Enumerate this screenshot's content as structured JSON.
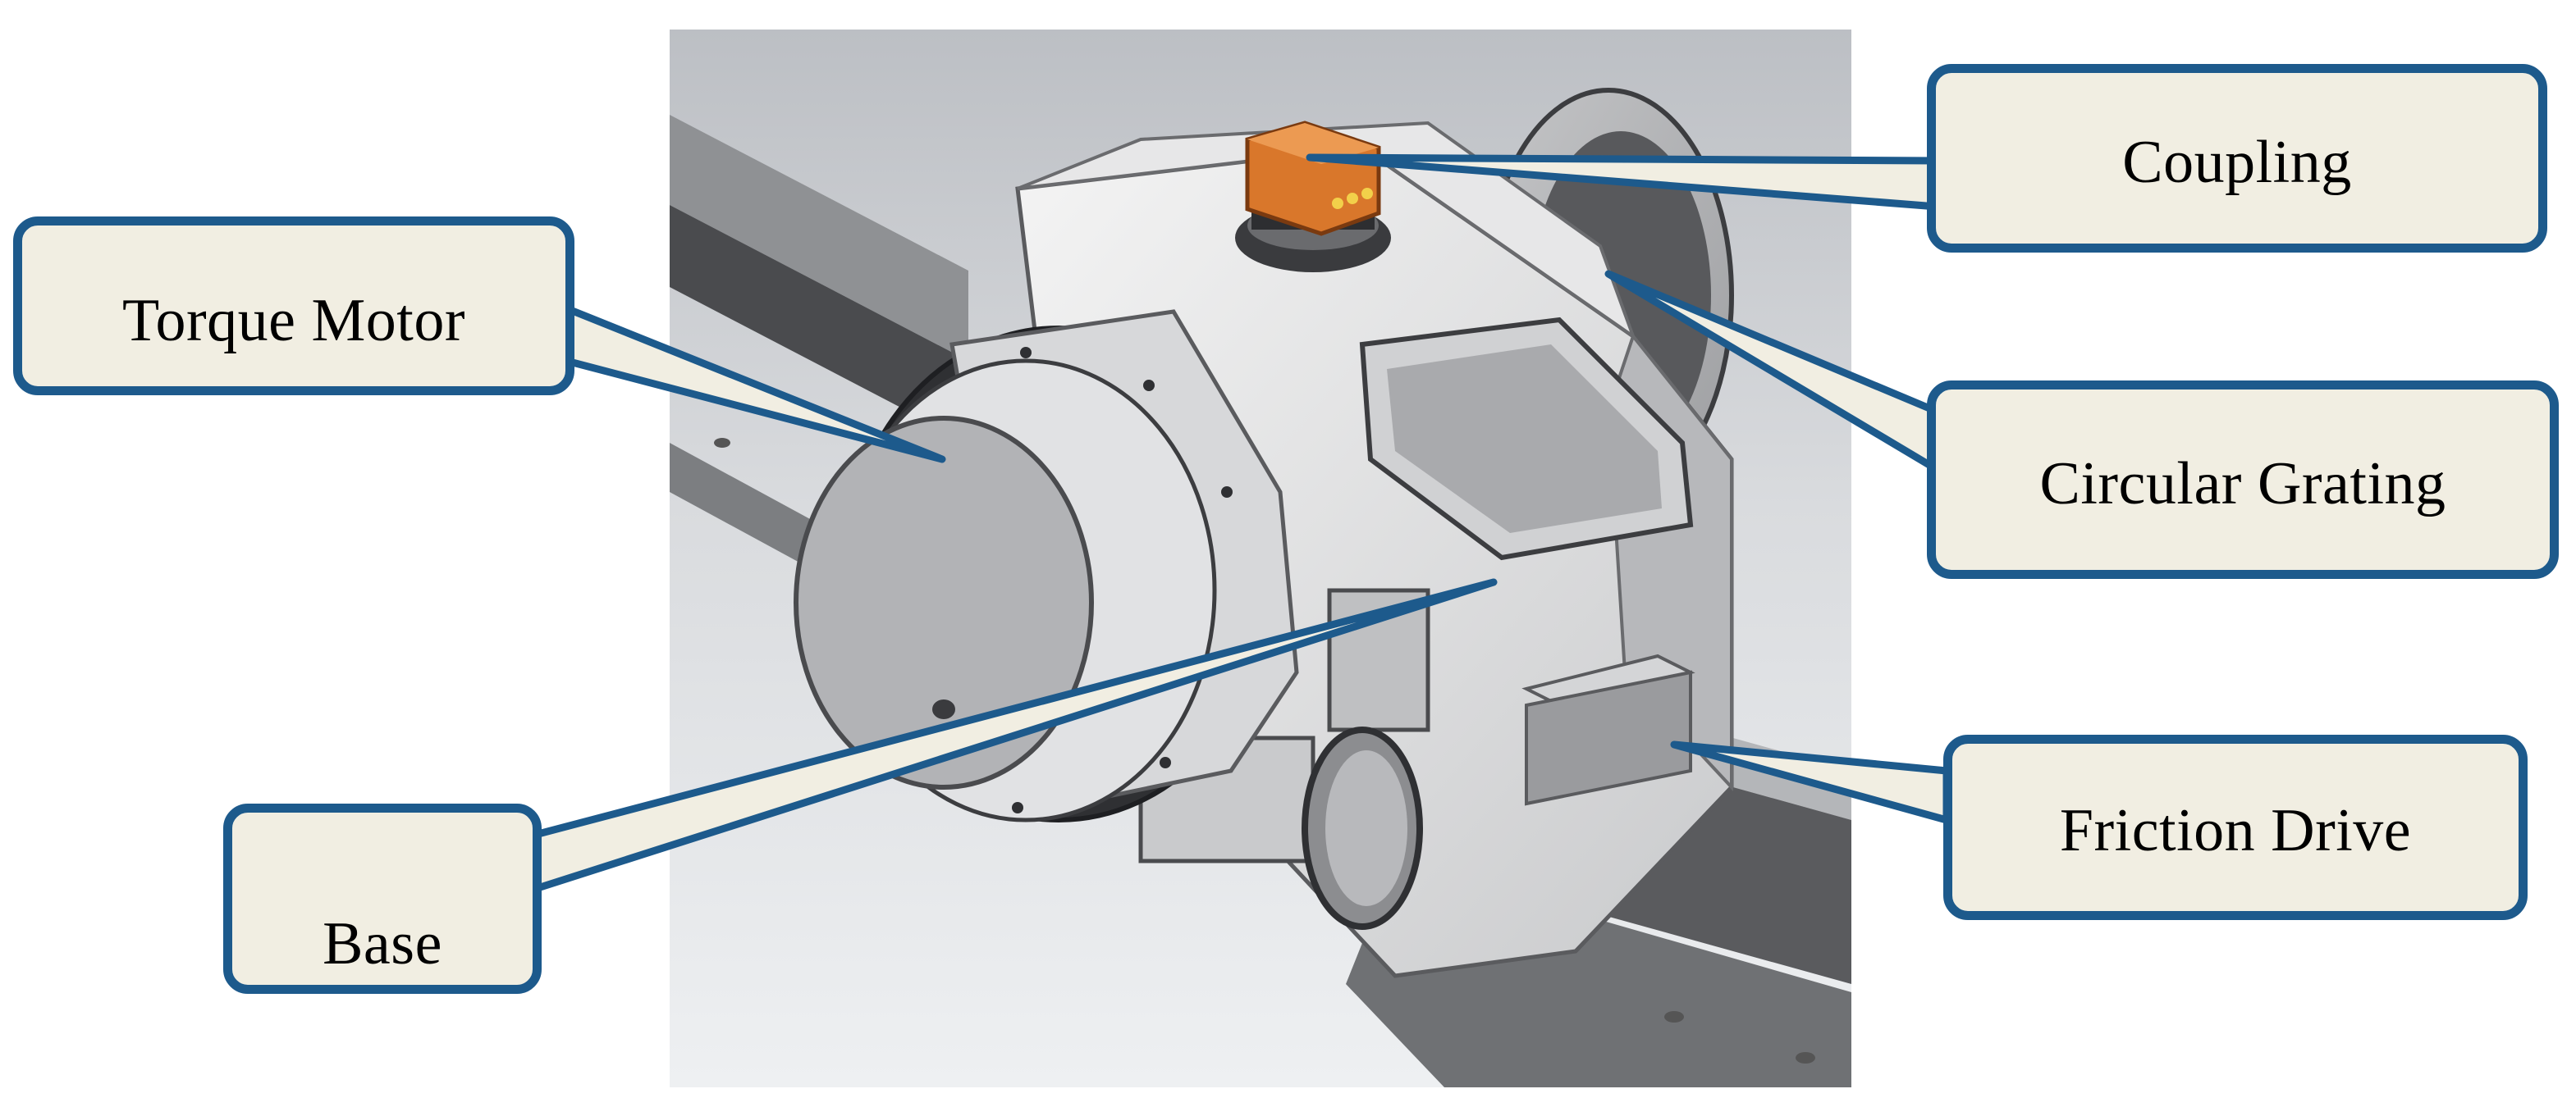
{
  "labels": {
    "coupling": "Coupling",
    "torque_motor": "Torque Motor",
    "circular_grating": "Circular Grating",
    "friction_drive": "Friction Drive",
    "base": "Base"
  },
  "colors": {
    "callout_border": "#1d5a8c",
    "callout_fill": "#f1eee2",
    "leader": "#1d5a8c",
    "coupling_part": "#d9772b"
  }
}
